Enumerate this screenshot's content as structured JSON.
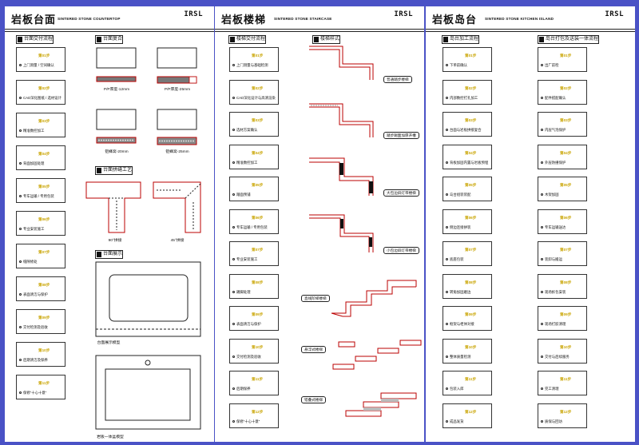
{
  "brand": "IRSL",
  "pages": [
    {
      "title": "岩板台面",
      "subtitle": "SINTERED STONE COUNTERTOP",
      "flow_header": "台面交付流程",
      "flow": [
        {
          "num": "第01步",
          "label": "上门测量 / 空间确认"
        },
        {
          "num": "第02步",
          "label": "CAD深化图纸 / 选材设计"
        },
        {
          "num": "第03步",
          "label": "精准数控加工"
        },
        {
          "num": "第04步",
          "label": "背面加固处理"
        },
        {
          "num": "第05步",
          "label": "专车运输 / 专用包装"
        },
        {
          "num": "第06步",
          "label": "专业安装施工"
        },
        {
          "num": "第07步",
          "label": "缝隙修处"
        },
        {
          "num": "第08步",
          "label": "表面清洁与保护"
        },
        {
          "num": "第09步",
          "label": "交付检测及验收"
        },
        {
          "num": "第10步",
          "label": "后期清洁及保养"
        },
        {
          "num": "第11步",
          "label": "保修“十心十意”"
        }
      ],
      "laminate_header": "台面复合",
      "laminates": [
        "P/P厚度-12mm",
        "P/P厚度-25mm",
        "铝蜂窝-20mm",
        "铝蜂窝-25mm"
      ],
      "joint_header": "台面拼缝工艺",
      "joints": [
        "90°拼接",
        "45°拼接"
      ],
      "display_header": "台面展示",
      "displays": [
        "台面展示模型",
        "岩板一体盆模型"
      ]
    },
    {
      "title": "岩板楼梯",
      "subtitle": "SINTERED STONE STAIRCASE",
      "flow_header": "楼梯交付流程",
      "flow": [
        {
          "num": "第01步",
          "label": "上门测量与基础检测"
        },
        {
          "num": "第02步",
          "label": "CAD深化设计与高清渲染"
        },
        {
          "num": "第03步",
          "label": "选材方案确认"
        },
        {
          "num": "第04步",
          "label": "精准数控加工"
        },
        {
          "num": "第05步",
          "label": "踏面预铺"
        },
        {
          "num": "第06步",
          "label": "专车运输 / 专用包装"
        },
        {
          "num": "第07步",
          "label": "专业安装施工"
        },
        {
          "num": "第08步",
          "label": "踢脚处理"
        },
        {
          "num": "第09步",
          "label": "表面清洁与保护"
        },
        {
          "num": "第10步",
          "label": "交付检测及验收"
        },
        {
          "num": "第11步",
          "label": "后期保养"
        },
        {
          "num": "第12步",
          "label": "保修“十心十意”"
        }
      ],
      "style_header": "楼梯样式",
      "styles": [
        "普通踏步楼梯",
        "踏步踢面加厚开槽",
        "大包边斜灯带楼梯",
        "小包边斜灯带楼梯",
        "直线阶梯楼梯",
        "悬浮式楼梯",
        "错叠式楼梯"
      ]
    },
    {
      "title": "岩板岛台",
      "subtitle": "SINTERED STONE KITCHEN ISLAND",
      "flow_header": "岛台加工流程",
      "flow": [
        {
          "num": "第01步",
          "label": "下单前确认"
        },
        {
          "num": "第02步",
          "label": "内部数控打孔加工"
        },
        {
          "num": "第03步",
          "label": "台面与岩板拼接复合"
        },
        {
          "num": "第04步",
          "label": "背板加固内置与岩板预埋"
        },
        {
          "num": "第05步",
          "label": "岛台组装装配"
        },
        {
          "num": "第06步",
          "label": "侧边连接拼装"
        },
        {
          "num": "第07步",
          "label": "底座包装"
        },
        {
          "num": "第08步",
          "label": "转角加固磨边"
        },
        {
          "num": "第09步",
          "label": "框架与柜体对接"
        },
        {
          "num": "第10步",
          "label": "整体质量检测"
        },
        {
          "num": "第11步",
          "label": "包装入库"
        },
        {
          "num": "第12步",
          "label": "成品发货"
        }
      ],
      "package_header": "岛台打包及送装一体流程",
      "package": [
        {
          "num": "第01步",
          "label": "出厂前检"
        },
        {
          "num": "第02步",
          "label": "配件搭配确认"
        },
        {
          "num": "第03步",
          "label": "内层气泡保护"
        },
        {
          "num": "第04步",
          "label": "外层防撞保护"
        },
        {
          "num": "第05步",
          "label": "木架加固"
        },
        {
          "num": "第06步",
          "label": "专车运输送达"
        },
        {
          "num": "第07步",
          "label": "装卸与搬运"
        },
        {
          "num": "第08步",
          "label": "现场拆包安装"
        },
        {
          "num": "第09步",
          "label": "现场打胶清理"
        },
        {
          "num": "第10步",
          "label": "交付与后续服务"
        },
        {
          "num": "第11步",
          "label": "完工清理"
        },
        {
          "num": "第12步",
          "label": "质保与回访"
        }
      ]
    }
  ]
}
